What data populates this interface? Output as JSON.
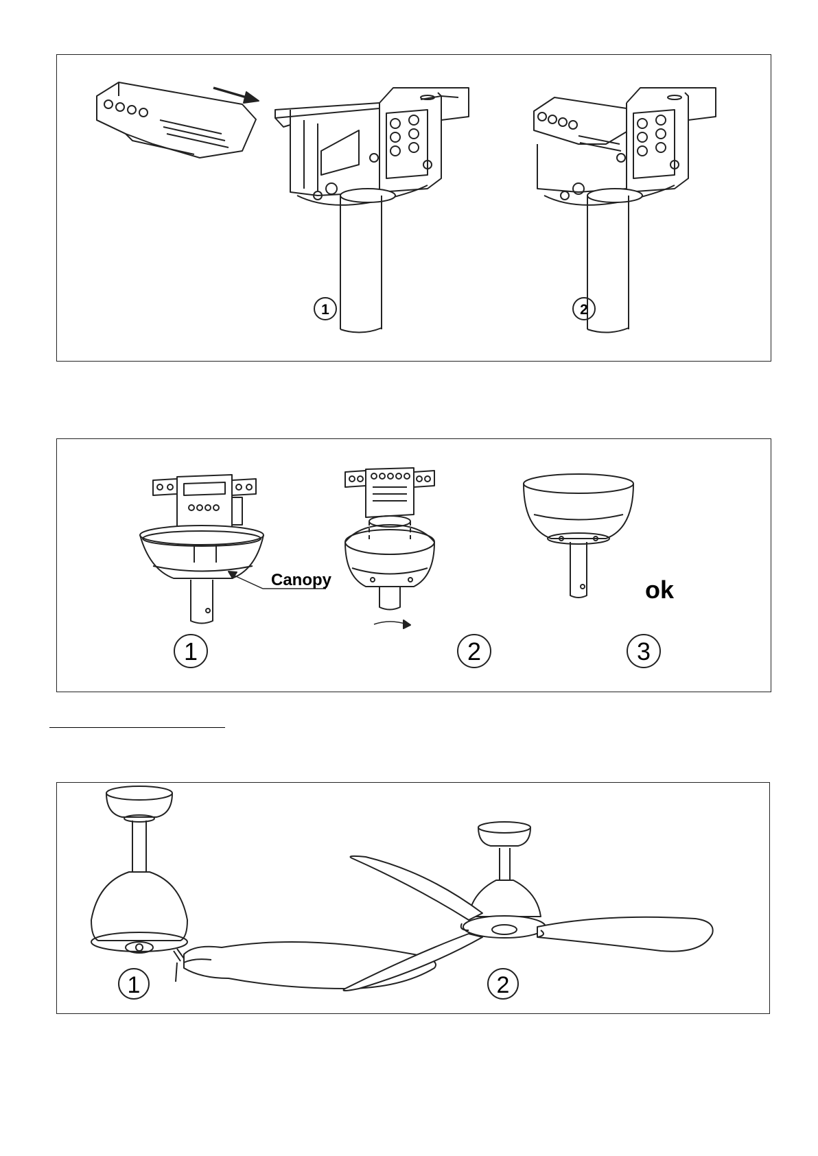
{
  "panel1": {
    "steps": [
      "1",
      "2"
    ]
  },
  "panel2": {
    "steps": [
      "1",
      "2",
      "3"
    ],
    "canopy_label": "Canopy",
    "ok_label": "ok"
  },
  "panel3": {
    "steps": [
      "1",
      "2"
    ]
  }
}
